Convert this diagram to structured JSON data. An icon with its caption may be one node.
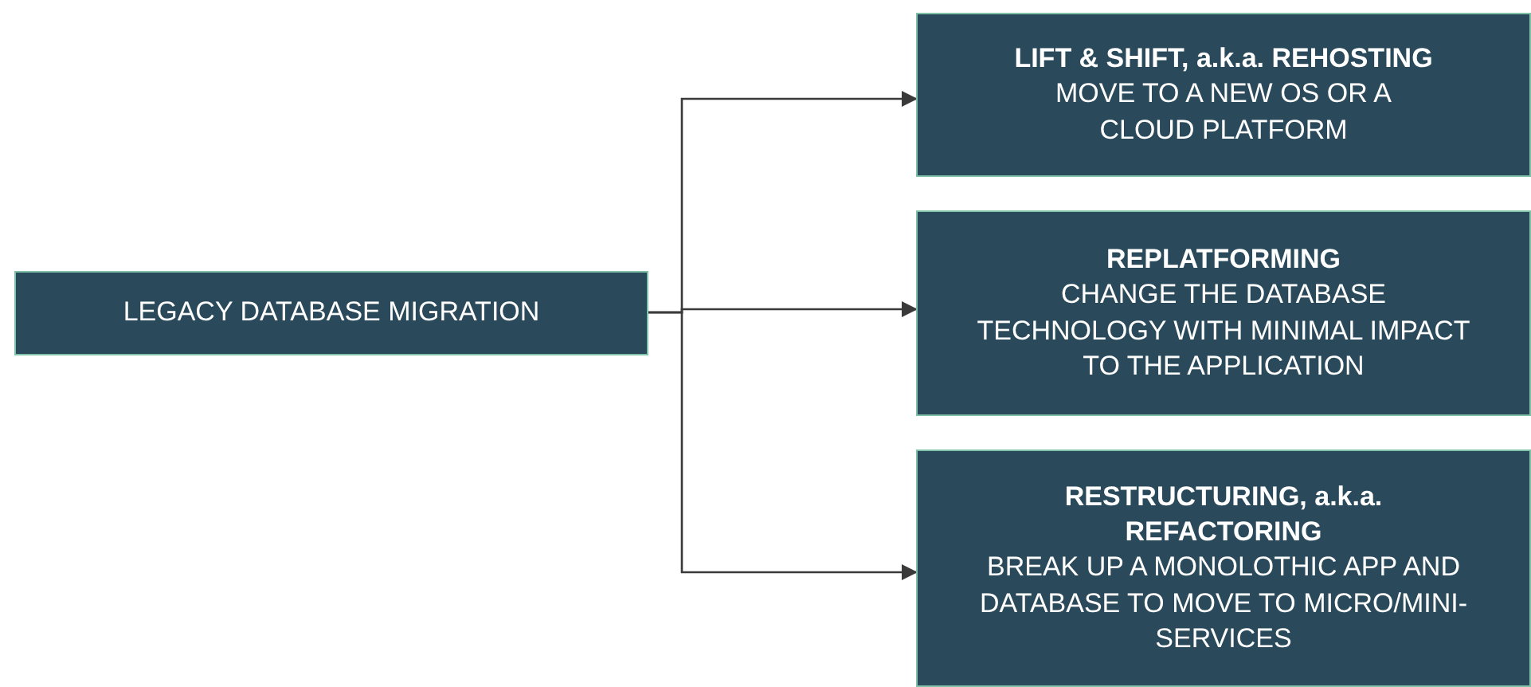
{
  "diagram": {
    "nodes": [
      {
        "text": [
          "LEGACY DATABASE MIGRATION"
        ]
      },
      {
        "text": [
          "LIFT & SHIFT, a.k.a. REHOSTING",
          "MOVE TO A NEW OS OR A CLOUD PLATFORM"
        ]
      },
      {
        "text": [
          "REPLATFORMING",
          "CHANGE THE DATABASE TECHNOLOGY WITH MINIMAL IMPACT TO THE APPLICATION"
        ]
      },
      {
        "text": [
          "RESTRUCTURING, a.k.a. REFACTORING",
          "BREAK UP A MONOLOTHIC APP AND DATABASE TO MOVE TO MICRO/MINI-SERVICES"
        ]
      }
    ],
    "edges": [
      {
        "from": 0,
        "to": 1,
        "arrow": "to"
      },
      {
        "from": 0,
        "to": 2,
        "arrow": "to"
      },
      {
        "from": 0,
        "to": 3,
        "arrow": "to"
      }
    ]
  }
}
